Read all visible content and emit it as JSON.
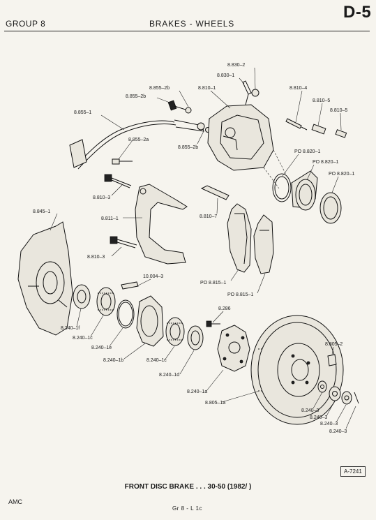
{
  "header": {
    "group": "GROUP 8",
    "title": "BRAKES - WHEELS",
    "section_code": "D-5"
  },
  "callouts": [
    "8.830–2",
    "8.830–1",
    "8.855–2b",
    "8.855–2b",
    "8.810–1",
    "8.810–4",
    "8.810–5",
    "8.810–5",
    "8.855–1",
    "8.855–2a",
    "8.855–2b",
    "PO 8.820–1",
    "PO 8.820–1",
    "PO 8.820–1",
    "8.810–3",
    "8.845–1",
    "8.811–1",
    "8.810–7",
    "8.810–3",
    "10.004–3",
    "PO 8.815–1",
    "PO 8.815–1",
    "8.286",
    "8.240–1f",
    "8.240–1c",
    "8.240–1e",
    "8.240–1b",
    "8.240–1c",
    "8.240–1d",
    "8.805–2",
    "8.240–1a",
    "8.805–1a",
    "8.240–3",
    "8.240–3",
    "8.240–3",
    "8.240–3"
  ],
  "figure_ref": "A-7241",
  "caption": "FRONT DISC BRAKE . . . 30-50 (1982/ )",
  "footer": {
    "left": "AMC",
    "page": "Gr 8 - L 1c"
  }
}
